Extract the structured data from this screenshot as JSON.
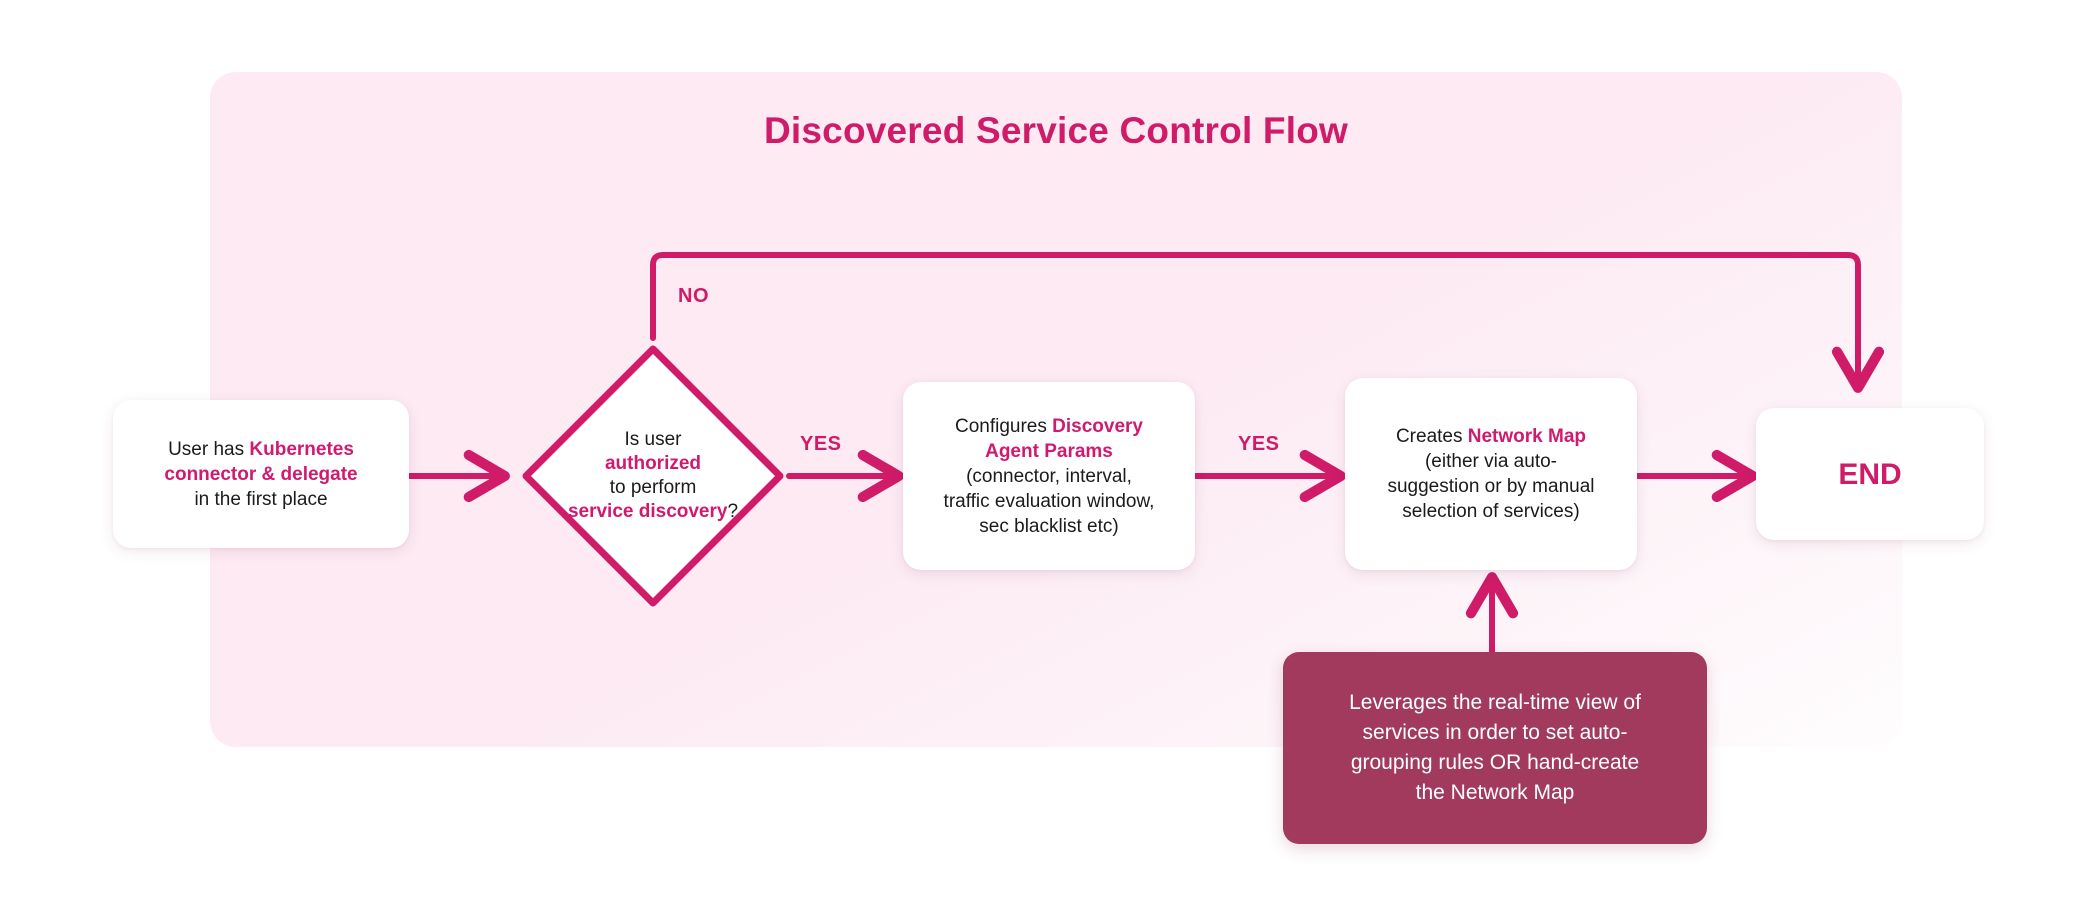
{
  "diagram": {
    "title": "Discovered Service Control Flow",
    "accent_color": "#cf1b68",
    "highlight_color": "#d11a6f",
    "panel_background": "#fdeaf3",
    "note_background": "#a23a5e",
    "node_background": "#ffffff",
    "text_color": "#1b1b1b"
  },
  "nodes": {
    "start": {
      "shape": "rounded-rect",
      "line1_plain": "User has ",
      "line1_highlight": "Kubernetes",
      "line2_highlight": "connector & delegate",
      "line3_plain": "in the first place"
    },
    "decision": {
      "shape": "diamond",
      "line1": "Is user",
      "line2_highlight": "authorized",
      "line3": "to perform",
      "line4_highlight": "service discovery",
      "line4_suffix": "?"
    },
    "params": {
      "shape": "rounded-rect",
      "line1_plain": "Configures ",
      "line1_highlight": "Discovery",
      "line2_highlight": "Agent Params",
      "line3": "(connector, interval,",
      "line4": "traffic evaluation window,",
      "line5": "sec blacklist etc)"
    },
    "netmap": {
      "shape": "rounded-rect",
      "line1_plain": "Creates ",
      "line1_highlight": "Network Map",
      "line2": "(either via auto-",
      "line3": "suggestion or by manual",
      "line4": "selection of services)"
    },
    "end": {
      "shape": "rounded-rect",
      "label": "END"
    },
    "note": {
      "shape": "rounded-rect-dark",
      "line1": "Leverages the real-time view of",
      "line2": "services in order to set auto-",
      "line3": "grouping rules OR hand-create",
      "line4": "the Network Map"
    }
  },
  "edges": [
    {
      "id": "start-to-decision",
      "from": "start",
      "to": "decision",
      "label": ""
    },
    {
      "id": "decision-no-to-end",
      "from": "decision",
      "to": "end",
      "label": "NO"
    },
    {
      "id": "decision-yes-to-params",
      "from": "decision",
      "to": "params",
      "label": "YES"
    },
    {
      "id": "params-yes-to-netmap",
      "from": "params",
      "to": "netmap",
      "label": "YES"
    },
    {
      "id": "netmap-to-end",
      "from": "netmap",
      "to": "end",
      "label": ""
    },
    {
      "id": "note-to-netmap",
      "from": "note",
      "to": "netmap",
      "label": ""
    }
  ],
  "labels": {
    "no": "NO",
    "yes_1": "YES",
    "yes_2": "YES"
  }
}
